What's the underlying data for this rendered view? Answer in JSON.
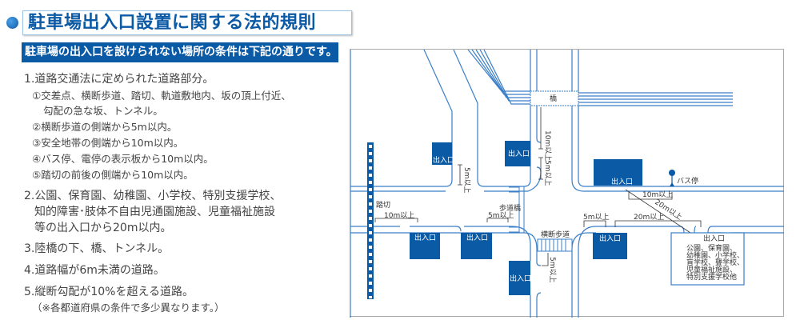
{
  "header": {
    "title": "駐車場出入口設置に関する法的規則",
    "subtitle": "駐車場の出入口を設けられない場所の条件は下記の通りです。"
  },
  "rules": {
    "r1": "1.道路交通法に定められた道路部分。",
    "r1_sub": [
      "①交差点、横断歩道、踏切、軌道敷地内、坂の頂上付近、",
      "勾配の急な坂、トンネル。",
      "②横断歩道の側端から5m以内。",
      "③安全地帯の側端から10m以内。",
      "④バス停、電停の表示板から10m以内。",
      "⑤踏切の前後の側端から10m以内。"
    ],
    "r2": [
      "2.公園、保育園、幼稚園、小学校、特別支援学校、",
      "知的障害･肢体不自由児通園施設、児童福祉施設",
      "等の出入口から20m以内。"
    ],
    "r3": "3.陸橋の下、橋、トンネル。",
    "r4": "4.道路幅が6m未満の道路。",
    "r5": "5.縦断勾配が10%を超える道路。",
    "note": "（※各都道府県の条件で多少異なります。）"
  },
  "map": {
    "colors": {
      "road": "#3a7fc8",
      "building": "#0b5aa6"
    },
    "bridge": "橋",
    "entrance": "出入口",
    "railway_crossing": "踏切",
    "footbridge": "歩道橋",
    "crosswalk": "横断歩道",
    "bus_stop": "バス停",
    "dist_5m": "5m以上",
    "dist_10m": "10m以上",
    "dist_20m": "20m以上",
    "facility_lines": [
      "公園、保育園、",
      "幼稚園、小学校、",
      "盲学校、聾学校、",
      "児童福祉施設、",
      "特別支援学校他"
    ]
  }
}
